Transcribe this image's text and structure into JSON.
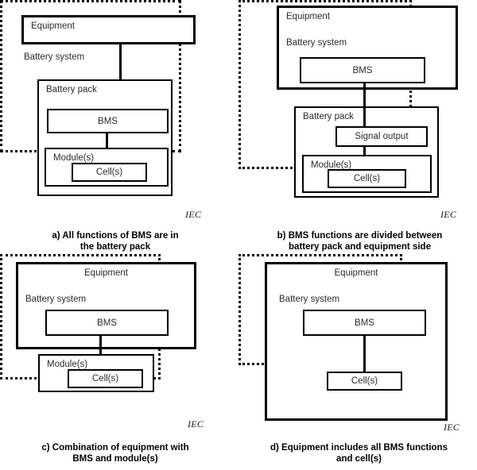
{
  "figure": {
    "iec_mark": "IEC",
    "labels": {
      "equipment": "Equipment",
      "battery_system": "Battery system",
      "battery_pack": "Battery pack",
      "bms": "BMS",
      "modules": "Module(s)",
      "cells": "Cell(s)",
      "signal_output": "Signal output"
    },
    "colors": {
      "line": "#000000",
      "text": "#2b2b2b",
      "background": "#ffffff"
    }
  },
  "panels": [
    {
      "id": "a",
      "caption_line1": "a) All functions of BMS are in",
      "caption_line2": "the battery pack",
      "equipment": "Equipment",
      "battery_system": "Battery system",
      "battery_pack": "Battery pack",
      "bms": "BMS",
      "modules": "Module(s)",
      "cells": "Cell(s)",
      "iec": "IEC"
    },
    {
      "id": "b",
      "caption_line1": "b) BMS functions are divided between",
      "caption_line2": "battery pack and equipment side",
      "equipment": "Equipment",
      "battery_system": "Battery system",
      "battery_pack": "Battery pack",
      "bms": "BMS",
      "signal_output": "Signal output",
      "modules": "Module(s)",
      "cells": "Cell(s)",
      "iec": "IEC"
    },
    {
      "id": "c",
      "caption_line1": "c) Combination of equipment with",
      "caption_line2": "BMS and module(s)",
      "equipment": "Equipment",
      "battery_system": "Battery system",
      "bms": "BMS",
      "modules": "Module(s)",
      "cells": "Cell(s)",
      "iec": "IEC"
    },
    {
      "id": "d",
      "caption_line1": "d) Equipment includes all BMS functions",
      "caption_line2": "and cell(s)",
      "equipment": "Equipment",
      "battery_system": "Battery system",
      "bms": "BMS",
      "cells": "Cell(s)",
      "iec": "IEC"
    }
  ]
}
